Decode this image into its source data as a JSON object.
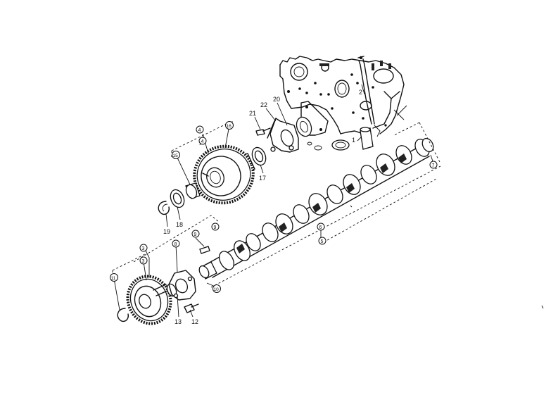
{
  "callouts": [
    {
      "id": "c21",
      "text": "21"
    },
    {
      "id": "c22",
      "text": "22"
    },
    {
      "id": "c20",
      "text": "20"
    },
    {
      "id": "c17",
      "text": "17"
    },
    {
      "id": "c19",
      "text": "19"
    },
    {
      "id": "c18",
      "text": "18"
    },
    {
      "id": "c13",
      "text": "13"
    },
    {
      "id": "c12",
      "text": "12"
    },
    {
      "id": "c1",
      "text": "1"
    },
    {
      "id": "c2",
      "text": "2"
    }
  ],
  "circled_callouts": [
    {
      "id": "k4a",
      "text": "4"
    },
    {
      "id": "k4b",
      "text": "4"
    },
    {
      "id": "k16",
      "text": "16"
    },
    {
      "id": "k15",
      "text": "15"
    },
    {
      "id": "k9a",
      "text": "9"
    },
    {
      "id": "k9b",
      "text": "9"
    },
    {
      "id": "k8",
      "text": "8"
    },
    {
      "id": "k3a",
      "text": "3"
    },
    {
      "id": "k3b",
      "text": "3"
    },
    {
      "id": "k11",
      "text": "11"
    },
    {
      "id": "k10",
      "text": "10"
    },
    {
      "id": "k6",
      "text": "6"
    },
    {
      "id": "k5",
      "text": "5"
    },
    {
      "id": "k7",
      "text": "7"
    }
  ]
}
